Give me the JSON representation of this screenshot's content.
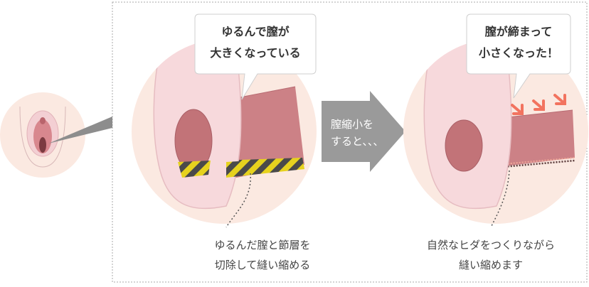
{
  "before": {
    "bubble_line1": "ゆるんで膣が",
    "bubble_line2": "大きくなっている",
    "caption_line1": "ゆるんだ膣と節層を",
    "caption_line2": "切除して縫い縮める"
  },
  "arrow": {
    "line1": "膣縮小を",
    "line2": "すると、、、"
  },
  "after": {
    "bubble_line1": "膣が締まって",
    "bubble_line2": "小さくなった！",
    "caption_line1": "自然なヒダをつくりながら",
    "caption_line2": "縫い縮めます"
  },
  "colors": {
    "circle_bg": "#fbe9e1",
    "tube_outer": "#f7d9dc",
    "tube_border": "#e6bcc1",
    "canal": "#cc8186",
    "opening": "#c27378",
    "stripe_yellow": "#e6d21e",
    "stripe_dark": "#4a4a4a",
    "arrow_gray": "#9a9a9a",
    "red_arrow": "#f2735f",
    "dotted_frame": "#aaaaaa"
  }
}
